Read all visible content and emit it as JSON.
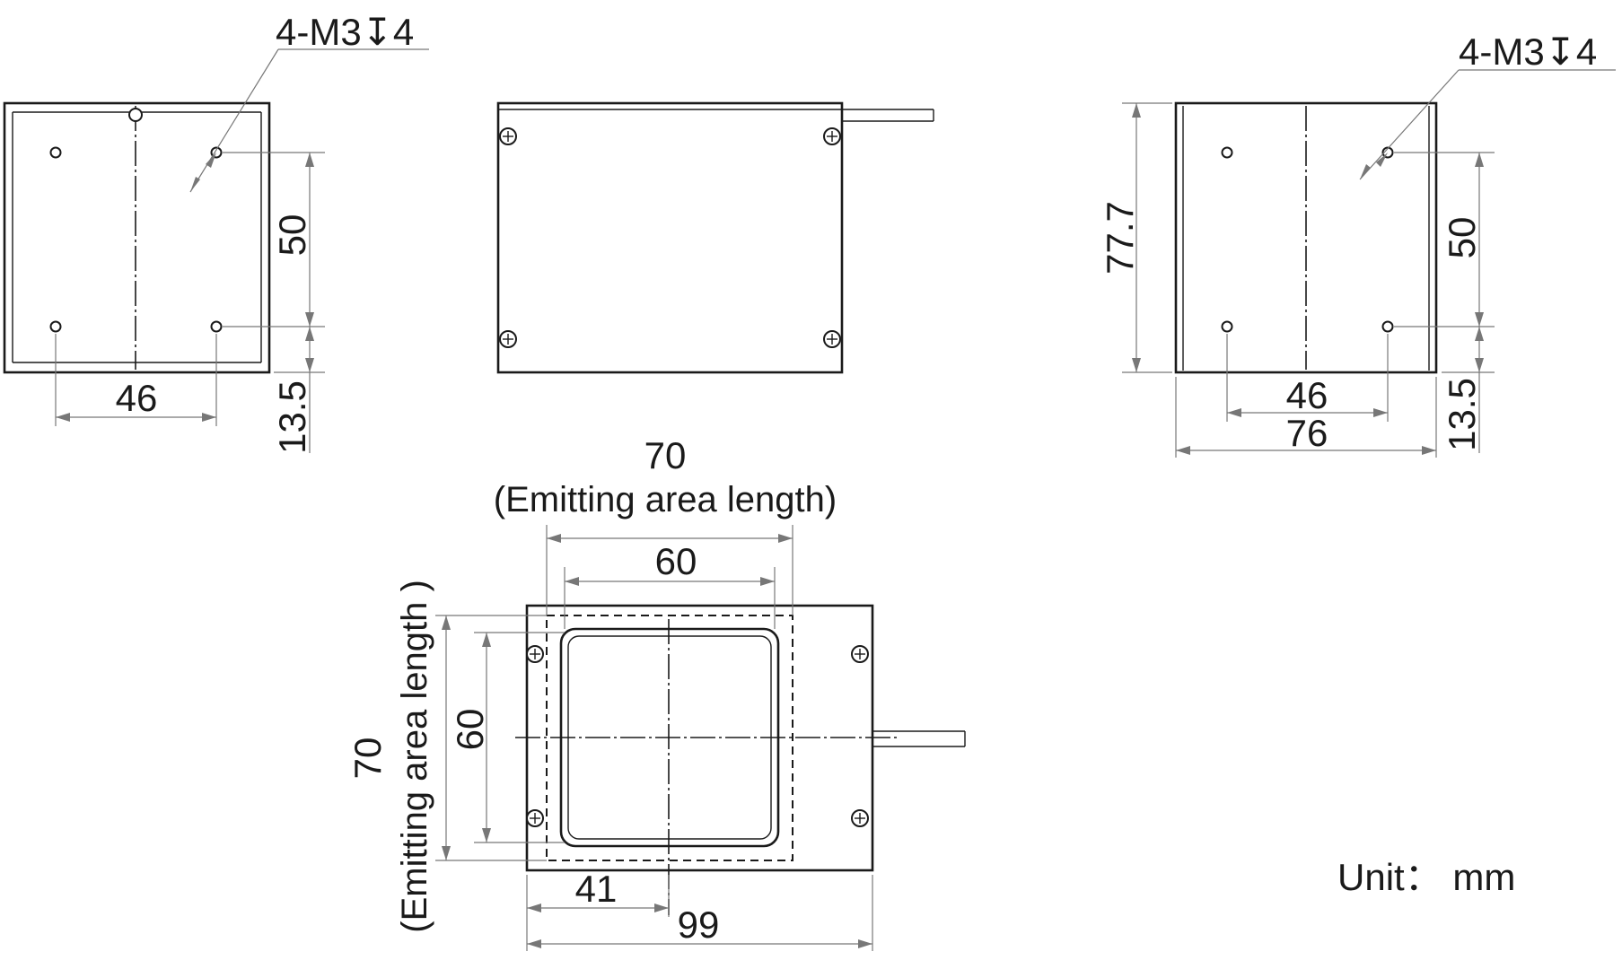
{
  "thread_callout_left": "4-M3↧4",
  "thread_callout_right": "4-M3↧4",
  "dims": {
    "left_vertical_50": "50",
    "left_vertical_13_5": "13.5",
    "left_horizontal_46": "46",
    "right_height_77_7": "77.7",
    "right_vertical_50": "50",
    "right_vertical_13_5": "13.5",
    "right_horizontal_46": "46",
    "right_width_76": "76",
    "bottom_top_70": "70",
    "bottom_top_caption": "(Emitting area length)",
    "bottom_top_60": "60",
    "bottom_left_60": "60",
    "bottom_left_70": "70",
    "bottom_left_caption": "(Emitting area length )",
    "bottom_41": "41",
    "bottom_99": "99"
  },
  "unit_note": "Unit： mm",
  "colors": {
    "line": "#1a1a1a",
    "dimension": "#777777",
    "background": "#ffffff"
  }
}
